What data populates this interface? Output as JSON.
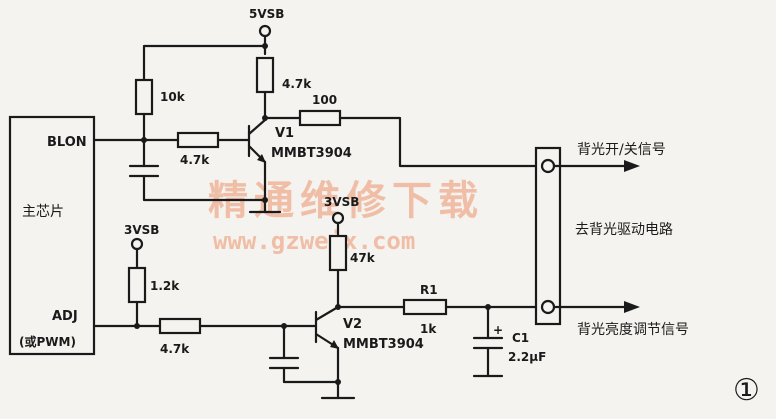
{
  "chip": {
    "label": "主芯片"
  },
  "pins": {
    "blon": "BLON",
    "adj": "ADJ",
    "or_pwm": "(或PWM)"
  },
  "supplies": {
    "v5": "5VSB",
    "v3a": "3VSB",
    "v3b": "3VSB"
  },
  "resistors": {
    "r10k": "10k",
    "r47k_top": "4.7k",
    "r100": "100",
    "r47k_blon": "4.7k",
    "r12k": "1.2k",
    "r47k_v2c": "47k",
    "r47k_adj": "4.7k",
    "r1_name": "R1",
    "r1_val": "1k"
  },
  "transistors": {
    "v1_name": "V1",
    "v1_part": "MMBT3904",
    "v2_name": "V2",
    "v2_part": "MMBT3904"
  },
  "capacitor": {
    "name": "C1",
    "value": "2.2μF",
    "plus": "+"
  },
  "outputs": {
    "onoff": "背光开/关信号",
    "driver": "去背光驱动电路",
    "brightness": "背光亮度调节信号"
  },
  "watermark": {
    "cn": "精通维修下载",
    "url": "www.gzweix.com"
  },
  "figure_number": "①"
}
